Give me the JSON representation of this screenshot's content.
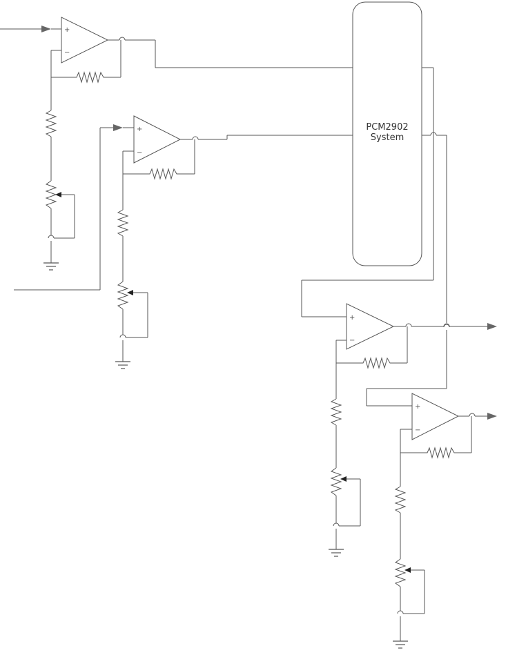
{
  "system_block": {
    "line1": "PCM2902",
    "line2": "System"
  },
  "op_amp_signs": {
    "plus": "+",
    "minus": "−"
  },
  "colors": {
    "wire": "#555555",
    "text": "#333333",
    "arrow": "#666666"
  },
  "op_amp_count": 4
}
